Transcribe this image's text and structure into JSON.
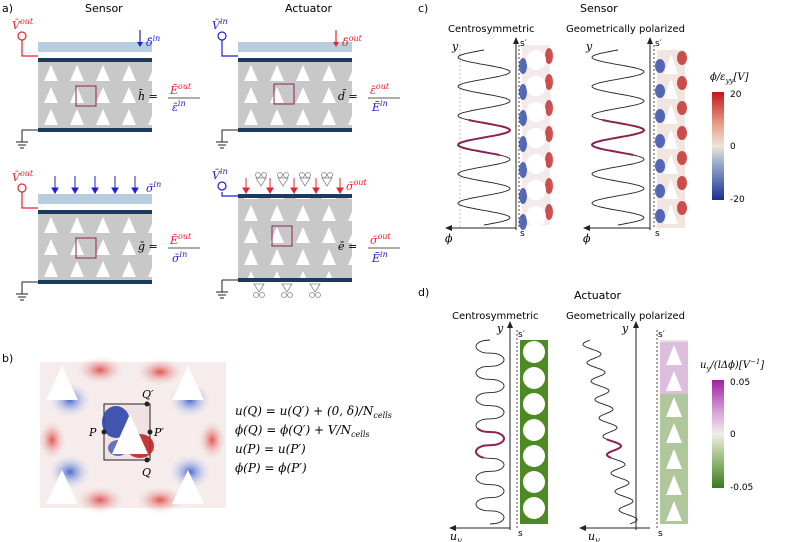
{
  "panels": {
    "a": {
      "label": "a)",
      "sensor_title": "Sensor",
      "actuator_title": "Actuator",
      "v_out": "V̄",
      "v_out_sup": "out",
      "v_in": "V̄",
      "v_in_sup": "in",
      "delta_in": "δ̄",
      "delta_in_sup": "in",
      "delta_out": "δ̄",
      "delta_out_sup": "out",
      "sigma_in": "σ̄",
      "sigma_in_sup": "in",
      "sigma_out": "σ̄",
      "sigma_out_sup": "out",
      "h_lhs": "h̄ =",
      "h_num": "Ē",
      "h_num_sup": "out",
      "h_den": "ε̄",
      "h_den_sup": "in",
      "d_lhs": "d̄ =",
      "d_num": "ε̄",
      "d_num_sup": "out",
      "d_den": "Ē",
      "d_den_sup": "in",
      "g_lhs": "ḡ =",
      "g_num": "Ē",
      "g_num_sup": "out",
      "g_den": "σ̄",
      "g_den_sup": "in",
      "e_lhs": "ē =",
      "e_num": "σ̄",
      "e_num_sup": "out",
      "e_den": "Ē",
      "e_den_sup": "in"
    },
    "b": {
      "label": "b)",
      "point_P": "P",
      "point_Pp": "P′",
      "point_Q": "Q",
      "point_Qp": "Q′",
      "eq1": "u(Q) = u(Q′) + (0, δ)/N",
      "eq1_sub": "cells",
      "eq2": "ϕ(Q) = ϕ(Q′) + V/N",
      "eq2_sub": "cells",
      "eq3": "u(P) = u(P′)",
      "eq4": "ϕ(P) = ϕ(P′)"
    },
    "c": {
      "label": "c)",
      "title": "Sensor",
      "col1": "Centrosymmetric",
      "col2": "Geometrically polarized",
      "y_axis": "y",
      "x_axis": "ϕ",
      "s_top": "s′",
      "s_bottom": "s",
      "colorbar_label": "ϕ/ε",
      "colorbar_label_sub": "yy",
      "colorbar_label_unit": "[V]",
      "colorbar_max": "20",
      "colorbar_mid": "0",
      "colorbar_min": "-20"
    },
    "d": {
      "label": "d)",
      "title": "Actuator",
      "col1": "Centrosymmetric",
      "col2": "Geometrically polarized",
      "y_axis": "y",
      "x_axis": "u",
      "x_axis_sub": "y",
      "s_top": "s′",
      "s_bottom": "s",
      "colorbar_label": "u",
      "colorbar_label_sub": "y",
      "colorbar_label_rest": "/(lΔϕ)[V",
      "colorbar_label_sup": "−1",
      "colorbar_label_end": "]",
      "colorbar_max": "0.05",
      "colorbar_mid": "0",
      "colorbar_min": "-0.05"
    }
  },
  "colors": {
    "red": "#e8232a",
    "blue": "#1f1fd6",
    "plate_dark": "#1b3a5c",
    "plate_light": "#b8cde0",
    "lattice_gray": "#c8c8c8",
    "highlight": "#8b2252",
    "cb_red": "#c4151c",
    "cb_blue": "#1c2f8f",
    "cb_purple": "#a020a0",
    "cb_green": "#3a7a1a"
  }
}
